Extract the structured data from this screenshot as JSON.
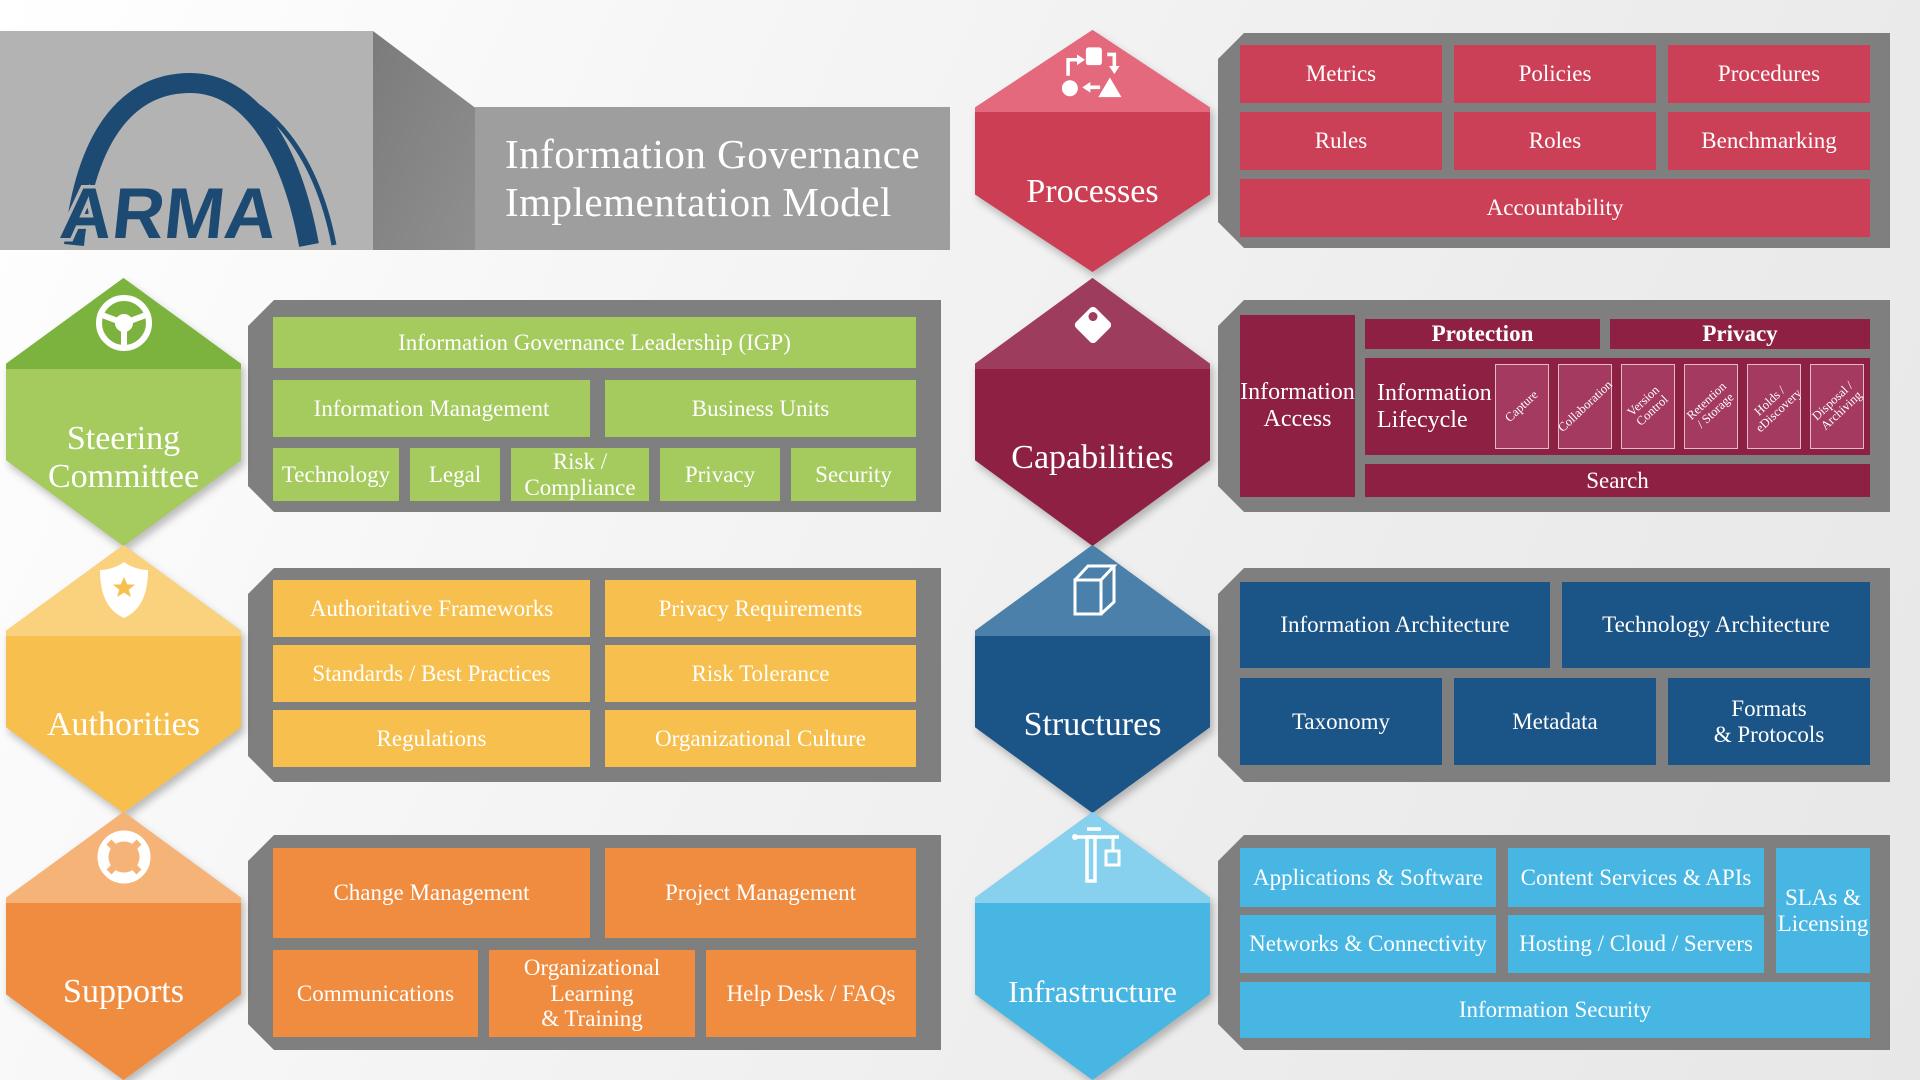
{
  "header": {
    "logo_text": "ARMA",
    "title_line1": "Information Governance",
    "title_line2": "Implementation Model"
  },
  "colors": {
    "panel_gray": "#7f7f7f",
    "logo_gray": "#b3b3b3",
    "title_gray": "#9e9e9e",
    "arma_navy": "#1c4a73",
    "steering_green": "#a5ca5e",
    "steering_green_dark": "#7cb33f",
    "authorities_yellow": "#f7c04e",
    "authorities_yellow_light": "#fad17c",
    "supports_orange": "#f08c40",
    "supports_orange_light": "#f6b378",
    "processes_red": "#cc4057",
    "processes_red_light": "#e4697d",
    "capabilities_maroon": "#8e2044",
    "capabilities_maroon_light": "#9d3c5d",
    "structures_blue": "#1b5486",
    "structures_blue_light": "#4a80aa",
    "infrastructure_lightblue": "#47b6e3",
    "infrastructure_lightblue_light": "#87d1ee"
  },
  "sections": {
    "steering": {
      "label": "Steering\nCommittee",
      "icon": "steering-wheel-icon",
      "tiles": {
        "igp": "Information Governance Leadership (IGP)",
        "info_mgmt": "Information Management",
        "business_units": "Business Units",
        "technology": "Technology",
        "legal": "Legal",
        "risk_compliance": "Risk /\nCompliance",
        "privacy": "Privacy",
        "security": "Security"
      }
    },
    "authorities": {
      "label": "Authorities",
      "icon": "shield-star-icon",
      "tiles": {
        "auth_frameworks": "Authoritative Frameworks",
        "privacy_reqs": "Privacy Requirements",
        "standards": "Standards / Best Practices",
        "risk_tolerance": "Risk Tolerance",
        "regulations": "Regulations",
        "org_culture": "Organizational Culture"
      }
    },
    "supports": {
      "label": "Supports",
      "icon": "life-ring-icon",
      "tiles": {
        "change_mgmt": "Change Management",
        "project_mgmt": "Project Management",
        "communications": "Communications",
        "org_learning": "Organizational\nLearning\n& Training",
        "help_desk": "Help Desk / FAQs"
      }
    },
    "processes": {
      "label": "Processes",
      "icon": "workflow-icon",
      "tiles": {
        "metrics": "Metrics",
        "policies": "Policies",
        "procedures": "Procedures",
        "rules": "Rules",
        "roles": "Roles",
        "benchmarking": "Benchmarking",
        "accountability": "Accountability"
      }
    },
    "capabilities": {
      "label": "Capabilities",
      "icon": "tag-icon",
      "tiles": {
        "information_access": "Information\nAccess",
        "protection": "Protection",
        "privacy": "Privacy",
        "information_lifecycle": "Information\nLifecycle",
        "capture": "Capture",
        "collaboration": "Collaboration",
        "version_control": "Version\nControl",
        "retention_storage": "Retention\n/ Storage",
        "holds_ediscovery": "Holds /\neDiscovery",
        "disposal_archiving": "Disposal /\nArchiving",
        "search": "Search"
      }
    },
    "structures": {
      "label": "Structures",
      "icon": "cube-icon",
      "tiles": {
        "info_architecture": "Information Architecture",
        "tech_architecture": "Technology Architecture",
        "taxonomy": "Taxonomy",
        "metadata": "Metadata",
        "formats_protocols": "Formats\n& Protocols"
      }
    },
    "infrastructure": {
      "label": "Infrastructure",
      "icon": "crane-icon",
      "tiles": {
        "apps_software": "Applications & Software",
        "content_services": "Content Services & APIs",
        "slas_licensing": "SLAs &\nLicensing",
        "networks": "Networks & Connectivity",
        "hosting": "Hosting / Cloud / Servers",
        "info_security": "Information Security"
      }
    }
  }
}
